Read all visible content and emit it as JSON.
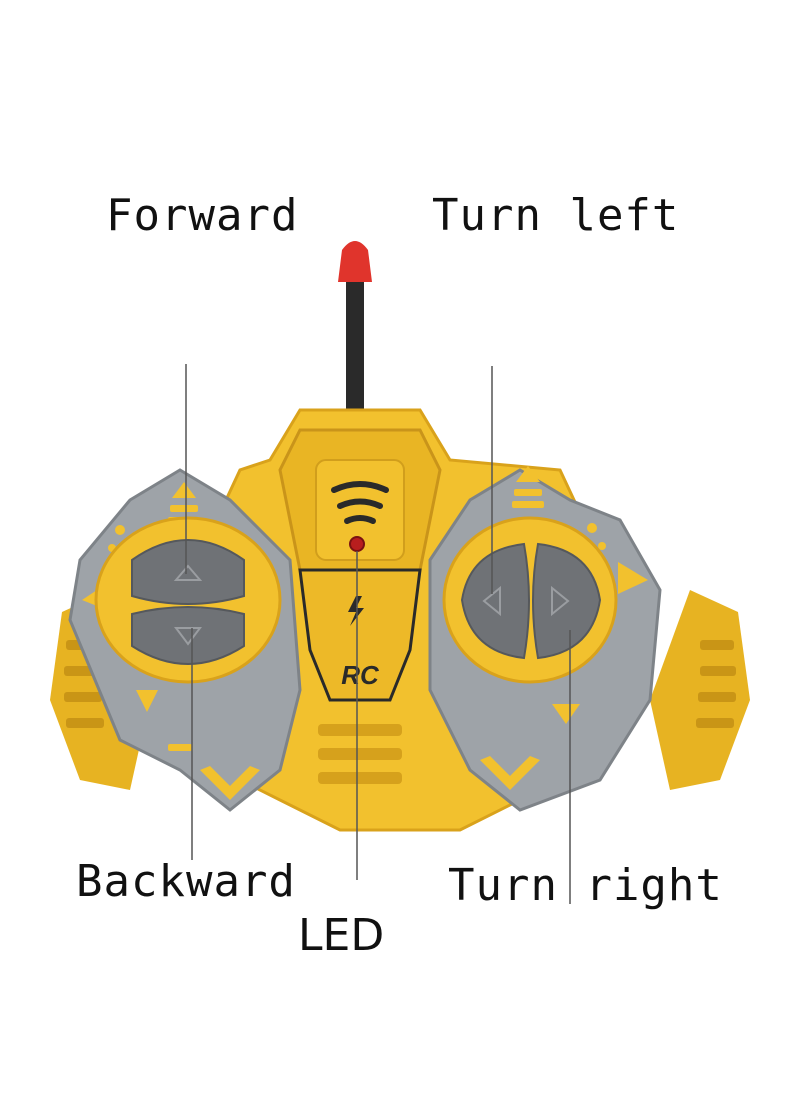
{
  "labels": {
    "forward": "Forward",
    "turn_left": "Turn left",
    "backward": "Backward",
    "turn_right": "Turn right",
    "led": "LED"
  },
  "brand": {
    "logo_text": "RC"
  },
  "colors": {
    "body_yellow": "#F2C12E",
    "body_yellow_dark": "#D9A21B",
    "shell_gray": "#9EA3A8",
    "shell_gray_dark": "#7E8388",
    "button_gray": "#6F7276",
    "antenna_tip": "#E0342C",
    "led_red": "#B81E1E",
    "callout_line": "#555555"
  },
  "icons": {
    "antenna": "antenna-icon",
    "signal": "signal-waves-icon",
    "bolt": "lightning-bolt-icon",
    "up_arrow": "arrow-up-icon",
    "down_arrow": "arrow-down-icon",
    "left_arrow": "arrow-left-icon",
    "right_arrow": "arrow-right-icon"
  }
}
